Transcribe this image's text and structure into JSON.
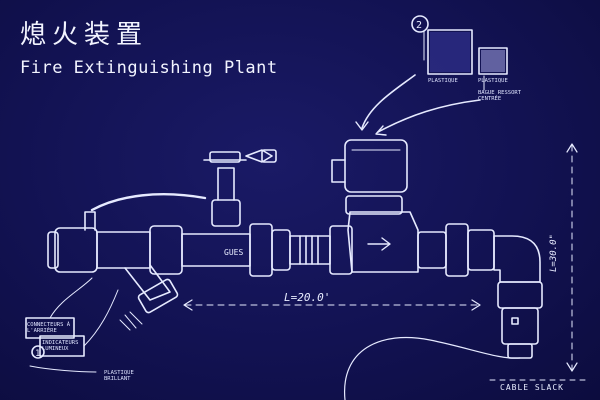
{
  "title": {
    "chinese": "熄火装置",
    "english": "Fire Extinguishing Plant"
  },
  "callouts": {
    "top_number": "2",
    "left_number": "1"
  },
  "swatches": {
    "left_label": "PLASTIQUE",
    "right_label": "PLASTIQUE",
    "note": "BAGUE RESSORT CENTRÉE",
    "left_color": "#2a2a80",
    "right_color": "#6a6aa8"
  },
  "labels": {
    "connectors": "CONNECTEURS À L'ARRIÈRE",
    "indicators": "INDICATEURS LUMINEUX",
    "glossy": "PLASTIQUE BRILLANT",
    "cable": "CABLE SLACK",
    "length": "L=20.0'",
    "height": "L=30.0\"",
    "valve_mark": "GUES"
  },
  "colors": {
    "background": "#121252",
    "ink": "#e8ecff",
    "accent": "#ffffff"
  }
}
